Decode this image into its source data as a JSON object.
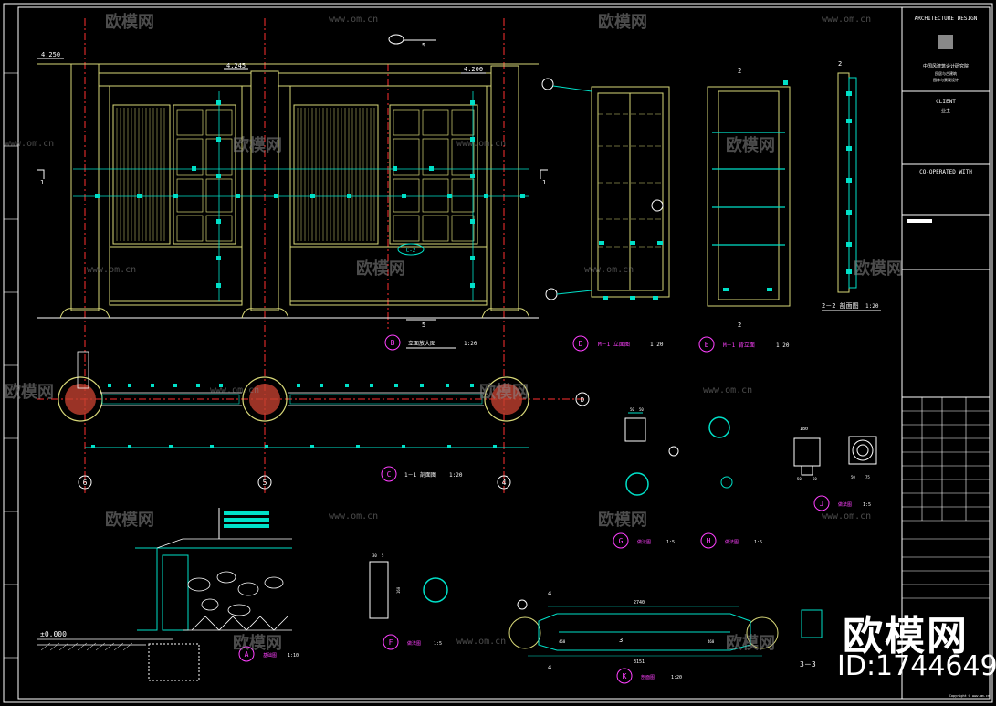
{
  "sheet": {
    "firm": "ARCHITECTURE DESIGN",
    "client_label": "CLIENT",
    "client_name": "业主",
    "cooperated_label": "CO-OPERATED WITH",
    "copyright": "Copyright © www.om.cn",
    "firm_lines": [
      "中国风建筑设计研究院",
      "民居与古建筑",
      "园林与景观设计"
    ]
  },
  "drawing": {
    "elevations": [
      "4.250",
      "4.245",
      "4.200"
    ],
    "sections": [
      {
        "id": "B",
        "caption": "立面放大图",
        "scale": "1:20"
      },
      {
        "id": "C",
        "caption": "1－1 剖面图",
        "scale": "1:20"
      },
      {
        "id": "D",
        "caption": "M－1 立面图",
        "scale": "1:20"
      },
      {
        "id": "E",
        "caption": "M－1 背立面",
        "scale": "1:20"
      },
      {
        "id": "F",
        "caption": "做法图",
        "scale": "1:5"
      },
      {
        "id": "G",
        "caption": "做法图",
        "scale": "1:5"
      },
      {
        "id": "H",
        "caption": "做法图",
        "scale": "1:5"
      },
      {
        "id": "J",
        "caption": "做法图",
        "scale": "1:5"
      },
      {
        "id": "K",
        "caption": "剖面图",
        "scale": "1:20"
      },
      {
        "id": "A",
        "caption": "基础图",
        "scale": "1:10"
      }
    ],
    "section_22": {
      "caption": "2－2 剖面图",
      "scale": "1:20"
    },
    "section_33": "3－3",
    "axes": [
      "6",
      "5",
      "4"
    ],
    "grid_d": "D",
    "ground_level": "±0.000",
    "marks": [
      "1",
      "2",
      "5",
      "3",
      "4"
    ],
    "dims_k": [
      "2740",
      "3151",
      "460",
      "460"
    ],
    "dims_j": [
      "180",
      "50",
      "50",
      "50",
      "75"
    ],
    "dims_g": [
      "50",
      "50"
    ],
    "dims_f": [
      "160",
      "30",
      "5"
    ],
    "c2_tag": "C-2"
  },
  "watermark": {
    "brand": "欧模网",
    "site": "www.om.cn",
    "id_title": "欧模网",
    "id_number": "ID:1744649"
  },
  "colors": {
    "bg": "#000000",
    "yellow": "#d8d878",
    "cyan": "#00e0c8",
    "red": "#ff3030",
    "magenta": "#ff40ff",
    "white": "#ffffff",
    "green": "#40c040",
    "blue": "#4080ff"
  }
}
